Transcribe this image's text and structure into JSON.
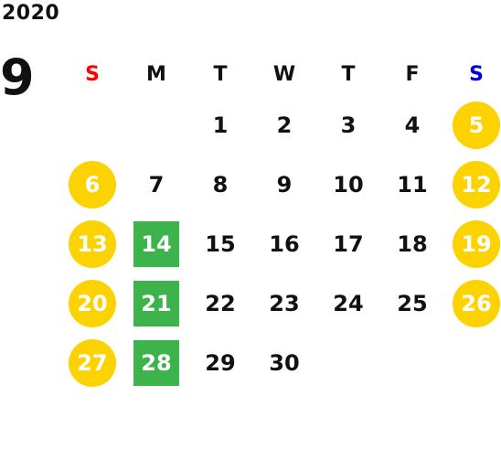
{
  "calendar": {
    "year": "2020",
    "month": "9",
    "weekday_headers": [
      {
        "label": "S",
        "color": "#ff0000"
      },
      {
        "label": "M",
        "color": "#111111"
      },
      {
        "label": "T",
        "color": "#111111"
      },
      {
        "label": "W",
        "color": "#111111"
      },
      {
        "label": "T",
        "color": "#111111"
      },
      {
        "label": "F",
        "color": "#111111"
      },
      {
        "label": "S",
        "color": "#0000dd"
      }
    ],
    "weeks": [
      [
        null,
        null,
        {
          "day": "1",
          "style": "plain"
        },
        {
          "day": "2",
          "style": "plain"
        },
        {
          "day": "3",
          "style": "plain"
        },
        {
          "day": "4",
          "style": "plain"
        },
        {
          "day": "5",
          "style": "circle"
        }
      ],
      [
        {
          "day": "6",
          "style": "circle"
        },
        {
          "day": "7",
          "style": "plain"
        },
        {
          "day": "8",
          "style": "plain"
        },
        {
          "day": "9",
          "style": "plain"
        },
        {
          "day": "10",
          "style": "plain"
        },
        {
          "day": "11",
          "style": "plain"
        },
        {
          "day": "12",
          "style": "circle"
        }
      ],
      [
        {
          "day": "13",
          "style": "circle"
        },
        {
          "day": "14",
          "style": "square"
        },
        {
          "day": "15",
          "style": "plain"
        },
        {
          "day": "16",
          "style": "plain"
        },
        {
          "day": "17",
          "style": "plain"
        },
        {
          "day": "18",
          "style": "plain"
        },
        {
          "day": "19",
          "style": "circle"
        }
      ],
      [
        {
          "day": "20",
          "style": "circle"
        },
        {
          "day": "21",
          "style": "square"
        },
        {
          "day": "22",
          "style": "plain"
        },
        {
          "day": "23",
          "style": "plain"
        },
        {
          "day": "24",
          "style": "plain"
        },
        {
          "day": "25",
          "style": "plain"
        },
        {
          "day": "26",
          "style": "circle"
        }
      ],
      [
        {
          "day": "27",
          "style": "circle"
        },
        {
          "day": "28",
          "style": "square"
        },
        {
          "day": "29",
          "style": "plain"
        },
        {
          "day": "30",
          "style": "plain"
        },
        null,
        null,
        null
      ]
    ],
    "colors": {
      "holiday_circle": "#fcd201",
      "highlight_square": "#3cb44b",
      "plain_text": "#111111"
    }
  }
}
